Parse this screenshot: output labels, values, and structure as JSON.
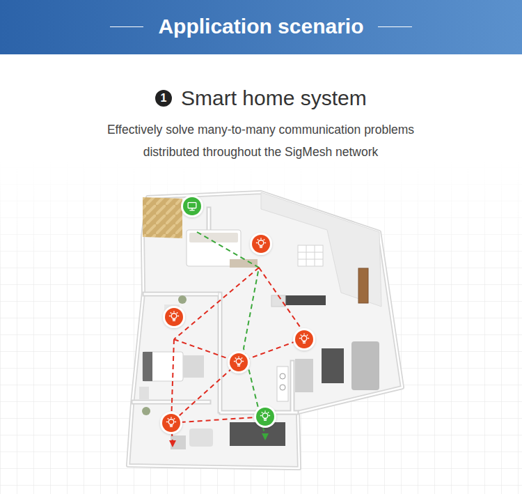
{
  "diagram": {
    "title": "Application scenario",
    "nodes": [
      {
        "text": [
          "1"
        ]
      }
    ],
    "labels": [
      "Smart home system",
      "Effectively solve many-to-many communication problems distributed throughout the SigMesh network"
    ]
  }
}
